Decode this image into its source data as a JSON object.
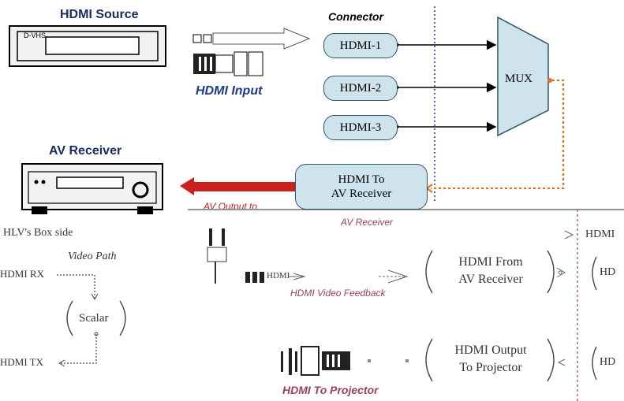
{
  "titles": {
    "hdmi_source": "HDMI Source",
    "connector": "Connector",
    "av_receiver": "AV Receiver",
    "hdmi_input": "HDMI Input"
  },
  "device": {
    "source_label": "D-VHS"
  },
  "connectors": [
    "HDMI-1",
    "HDMI-2",
    "HDMI-3"
  ],
  "mux": "MUX",
  "to_receiver_box": {
    "line1": "HDMI To",
    "line2": "AV Receiver"
  },
  "lower": {
    "av_output_partial": "AV Output to",
    "av_receiver_italic": "AV Receiver",
    "box_side": "HLV's Box side",
    "video_path": "Video Path",
    "hdmi_rx": "HDMI RX",
    "hdmi_tx": "HDMI TX",
    "scalar": "Scalar",
    "hdmi_label": "HDMI",
    "video_feedback": "HDMI Video Feedback",
    "from_receiver": {
      "line1": "HDMI From",
      "line2": "AV Receiver"
    },
    "output_projector": {
      "line1": "HDMI Output",
      "line2": "To Projector"
    },
    "to_projector": "HDMI To Projector",
    "right_top": "HDMI",
    "right_mid": "HD",
    "right_bottom": "HD"
  },
  "colors": {
    "title": "#1a2a5a",
    "italic_label": "#1e3a8a",
    "box_fill": "#cfe3ec",
    "box_border": "#2d5666",
    "dashed_orange": "#e07020",
    "dotted_blue": "#2a3f9a",
    "arrow_red": "#cc1f1f",
    "lower_text": "#333333",
    "lower_pink": "#9a4060"
  }
}
